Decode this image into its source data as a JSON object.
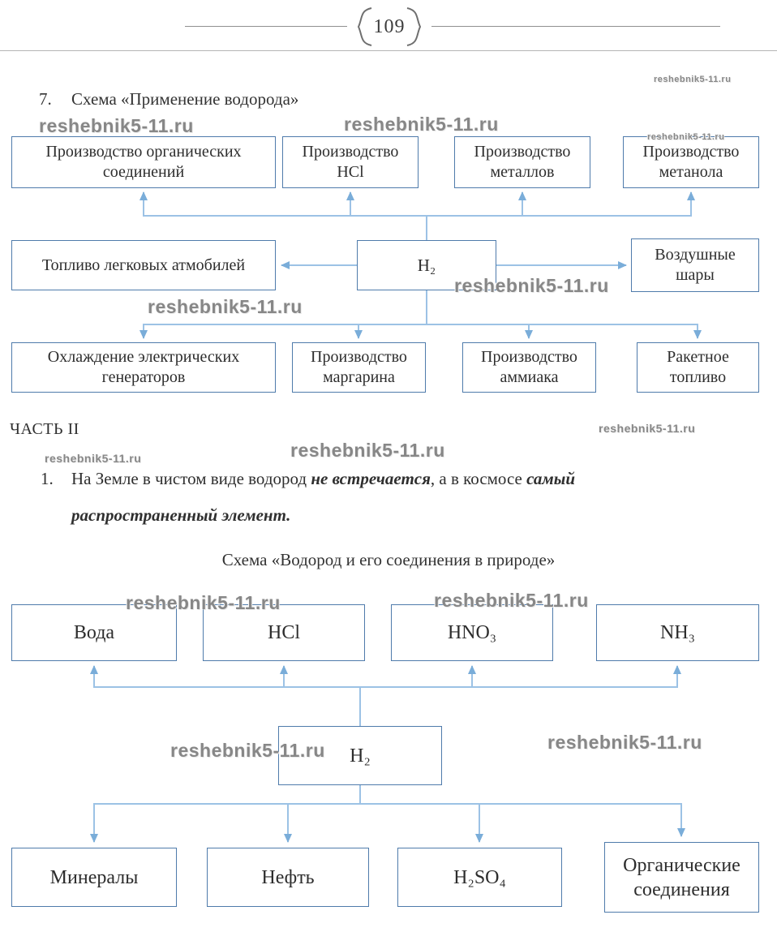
{
  "watermark": "reshebnik5-11.ru",
  "header": {
    "page_number": "109"
  },
  "task7": {
    "number": "7.",
    "title": "Схема «Применение водорода»"
  },
  "diagram1": {
    "center": "H₂",
    "top": [
      "Производство органических соединений",
      "Производство HCl",
      "Производство металлов",
      "Производство метанола"
    ],
    "middle_left": "Топливо легковых атмобилей",
    "middle_right": "Воздушные шары",
    "bottom": [
      "Охлаждение электрических генераторов",
      "Производство маргарина",
      "Производство аммиака",
      "Ракетное топливо"
    ]
  },
  "part2_heading": "ЧАСТЬ II",
  "task1": {
    "number": "1.",
    "normal1": "На Земле в чистом виде водород ",
    "bold1": "не встречается",
    "normal2": ", а в космосе ",
    "bold2": "самый",
    "bold3": "распространенный элемент."
  },
  "diagram2": {
    "title": "Схема «Водород и его соединения в природе»",
    "center": "H₂",
    "top": [
      "Вода",
      "HCl",
      "HNO₃",
      "NH₃"
    ],
    "bottom": [
      "Минералы",
      "Нефть",
      "H₂SO₄",
      "Органические соединения"
    ]
  }
}
